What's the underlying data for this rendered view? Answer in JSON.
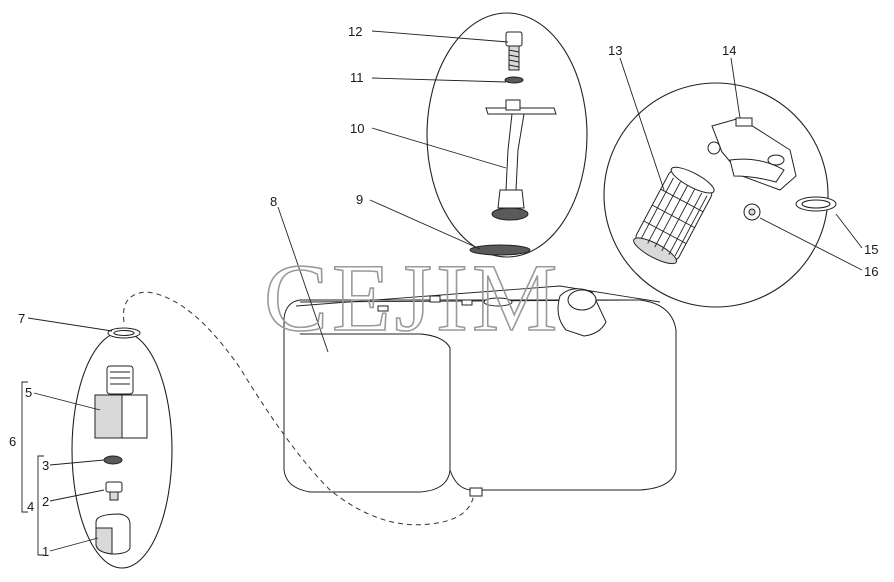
{
  "watermark": "CEJIM",
  "callouts": [
    {
      "id": "c12",
      "text": "12"
    },
    {
      "id": "c11",
      "text": "11"
    },
    {
      "id": "c10",
      "text": "10"
    },
    {
      "id": "c9",
      "text": "9"
    },
    {
      "id": "c8",
      "text": "8"
    },
    {
      "id": "c13",
      "text": "13"
    },
    {
      "id": "c14",
      "text": "14"
    },
    {
      "id": "c15",
      "text": "15"
    },
    {
      "id": "c16",
      "text": "16"
    },
    {
      "id": "c7",
      "text": "7"
    },
    {
      "id": "c5",
      "text": "5"
    },
    {
      "id": "c6",
      "text": "6"
    },
    {
      "id": "c3",
      "text": "3"
    },
    {
      "id": "c2",
      "text": "2"
    },
    {
      "id": "c4",
      "text": "4"
    },
    {
      "id": "c1",
      "text": "1"
    }
  ]
}
